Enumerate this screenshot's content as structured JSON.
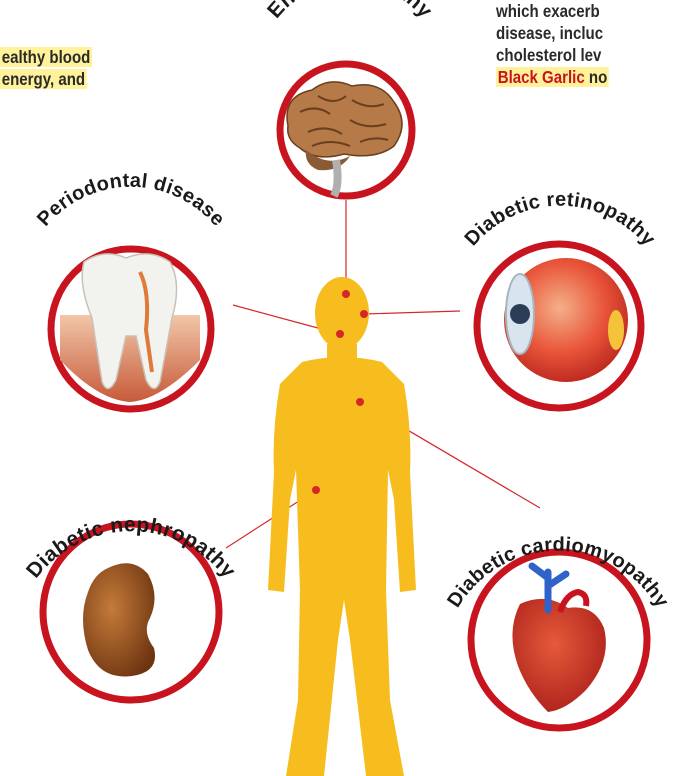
{
  "text_fragments": {
    "left": [
      "ealthy blood",
      "energy, and"
    ],
    "right_lines": [
      "which exacerb",
      "disease, incluc",
      "cholesterol lev"
    ],
    "right_highlight_bold": "Black Garlic",
    "right_highlight_tail": " no"
  },
  "diagram": {
    "conditions": [
      {
        "id": "encephalopathy",
        "label": "Encephalopathy",
        "icon": "brain-icon"
      },
      {
        "id": "periodontal",
        "label": "Periodontal disease",
        "icon": "tooth-icon"
      },
      {
        "id": "retinopathy",
        "label": "Diabetic retinopathy",
        "icon": "eye-icon"
      },
      {
        "id": "nephropathy",
        "label": "Diabetic nephropathy",
        "icon": "kidney-icon"
      },
      {
        "id": "cardiomyopathy",
        "label": "Diabetic cardiomyopathy",
        "icon": "heart-icon"
      }
    ],
    "colors": {
      "ring": "#c8141e",
      "body": "#f7bd1e",
      "connector": "#d7262b",
      "highlight": "#fff29a"
    }
  }
}
